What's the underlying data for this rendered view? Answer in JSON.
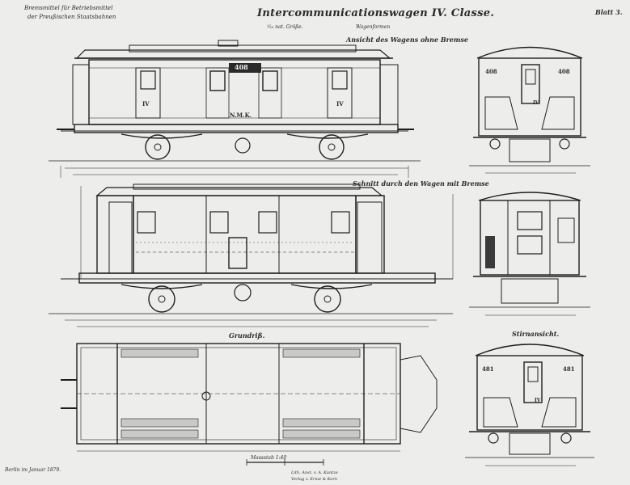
{
  "header": {
    "left_line1": "Bremsmittel für Betriebsmittel",
    "left_line2": "der Preußischen Staatsbahnen",
    "title": "Intercommunicationswagen IV. Classe.",
    "subtitle_left": "¹⁄₂₀ nat. Größe.",
    "subtitle_right": "Wagenformen",
    "sheet_number": "Blatt 3."
  },
  "sections": {
    "elevation": "Ansicht des Wagens ohne Bremse",
    "section_cut": "Schnitt durch den Wagen mit Bremse",
    "plan": "Grundriß.",
    "end_view": "Stirnansicht."
  },
  "labels": {
    "car_number": "408",
    "car_number_alt": "481",
    "class_mark": "IV",
    "owner_mark": "N.M.K."
  },
  "footer": {
    "date_left": "Berlin im Januar 1879.",
    "scale": "Massstab 1:40",
    "printer_line1": "Lith. Anst. v. A. Kuntze",
    "printer_line2": "Verlag v. Ernst & Korn"
  }
}
